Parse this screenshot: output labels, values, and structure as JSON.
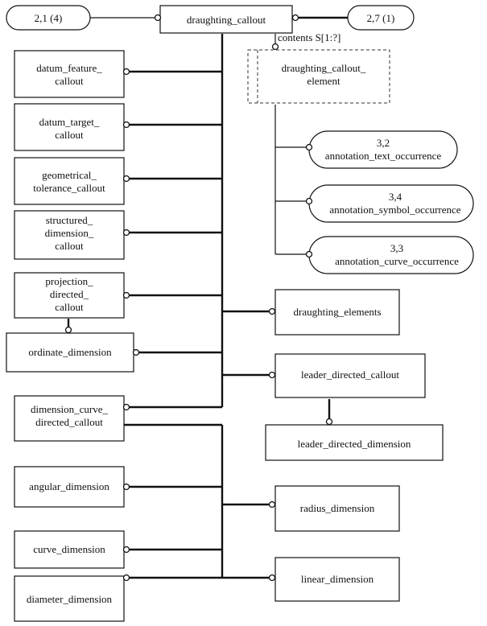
{
  "nodes": {
    "ref_left": "2,1 (4)",
    "root": "draughting_callout",
    "ref_right": "2,7 (1)",
    "contents_label": "contents S[1:?]",
    "element": [
      "draughting_callout_",
      "element"
    ],
    "datum_feature": [
      "datum_feature_",
      "callout"
    ],
    "datum_target": [
      "datum_target_",
      "callout"
    ],
    "geometrical": [
      "geometrical_",
      "tolerance_callout"
    ],
    "structured": [
      "structured_",
      "dimension_",
      "callout"
    ],
    "projection": [
      "projection_",
      "directed_",
      "callout"
    ],
    "ordinate": "ordinate_dimension",
    "dimension_curve": [
      "dimension_curve_",
      "directed_callout"
    ],
    "angular": "angular_dimension",
    "curve": "curve_dimension",
    "diameter": "diameter_dimension",
    "text_occ": [
      "3,2",
      "annotation_text_occurrence"
    ],
    "symbol_occ": [
      "3,4",
      "annotation_symbol_occurrence"
    ],
    "curve_occ": [
      "3,3",
      "annotation_curve_occurrence"
    ],
    "elements": "draughting_elements",
    "leader_callout": "leader_directed_callout",
    "leader_dimension": "leader_directed_dimension",
    "radius": "radius_dimension",
    "linear": "linear_dimension"
  }
}
